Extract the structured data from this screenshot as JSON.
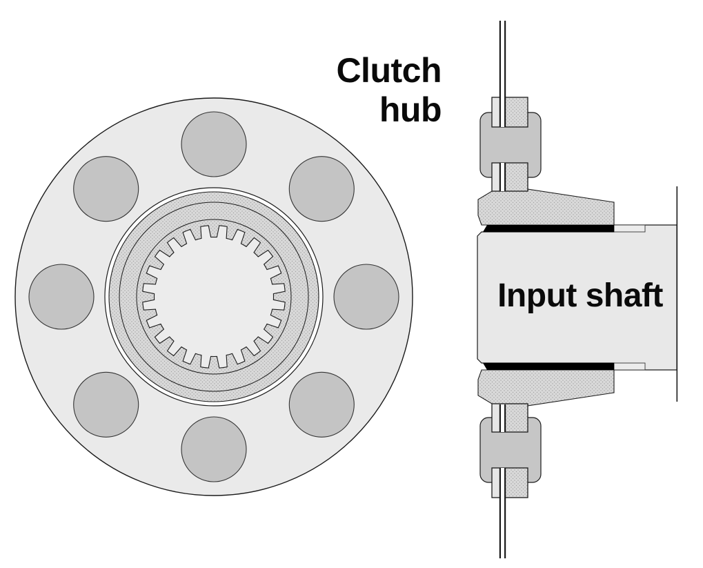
{
  "title": "Clutch hub and input shaft cross-section diagram",
  "labels": {
    "clutch_hub": {
      "line1": "Clutch",
      "line2": "hub"
    },
    "input_shaft": "Input shaft"
  },
  "colors": {
    "background": "#ffffff",
    "outline": "#1a1a1a",
    "disc_fill": "#eaeaea",
    "hole_fill": "#c4c4c4",
    "damper_fill": "#c6c6c6",
    "stipple_base": "#d9d9d9",
    "stipple_dot": "#a3a3a3",
    "plain_washer_fill": "#e6e6e6",
    "bore_fill": "#ececec",
    "shaft_fill": "#e8e8e8",
    "groove_fill": "#ececec",
    "seal_fill": "#000000",
    "white_gap": "#ffffff"
  },
  "front_view": {
    "bolt_hole_count": 8,
    "spline_tooth_count": 24
  }
}
